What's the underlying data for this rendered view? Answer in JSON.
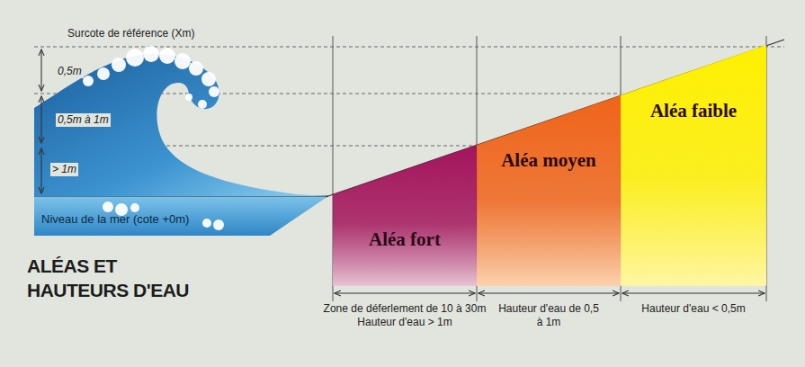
{
  "diagram": {
    "title": "ALÉAS ET HAUTEURS D'EAU",
    "nodes": [
      {
        "text": [
          "Aléa fort"
        ]
      },
      {
        "text": [
          "Aléa moyen"
        ]
      },
      {
        "text": [
          "Aléa faible"
        ]
      }
    ],
    "labels": [
      "Surcote de référence (Xm)",
      "0,5m",
      "0,5m à 1m",
      "> 1m",
      "Niveau de la mer (cote +0m)",
      "Zone de déferlement de 10 à 30m",
      "Hauteur d'eau > 1m",
      "Hauteur d'eau de 0,5 à 1m",
      "Hauteur d'eau < 0,5m"
    ]
  }
}
